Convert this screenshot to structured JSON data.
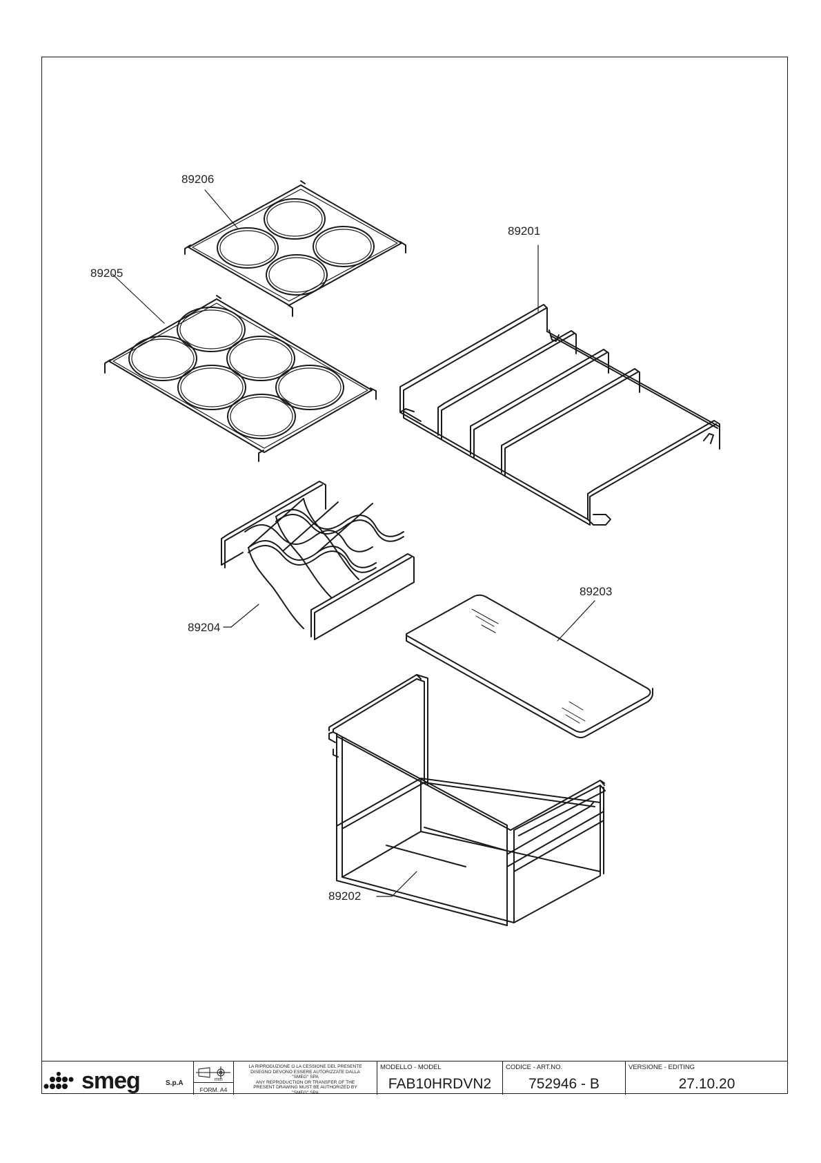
{
  "parts": [
    {
      "code": "89206"
    },
    {
      "code": "89205"
    },
    {
      "code": "89201"
    },
    {
      "code": "89204"
    },
    {
      "code": "89203"
    },
    {
      "code": "89202"
    }
  ],
  "title_block": {
    "brand": "smeg",
    "brand_suffix": "S.p.A",
    "unit": "mm",
    "form": "FORM. A4",
    "notice_lines": [
      "LA RIPRODUZIONE O LA CESSIONE DEL PRESENTE",
      "DISEGNO DEVONO ESSERE AUTORIZZATE DALLA",
      "\"SMEG\" SPA",
      "ANY REPRODUCTION OR TRANSFER OF THE",
      "PRESENT DRAWING MUST BE AUTHORIZED BY",
      "\"SMEG\" SPA"
    ],
    "model_label": "MODELLO - MODEL",
    "model_value": "FAB10HRDVN2",
    "code_label": "CODICE - ART.NO.",
    "code_value": "752946 - B",
    "version_label": "VERSIONE - EDITING",
    "version_value": "27.10.20"
  },
  "colors": {
    "line": "#1a1a1a",
    "paper": "#ffffff"
  }
}
